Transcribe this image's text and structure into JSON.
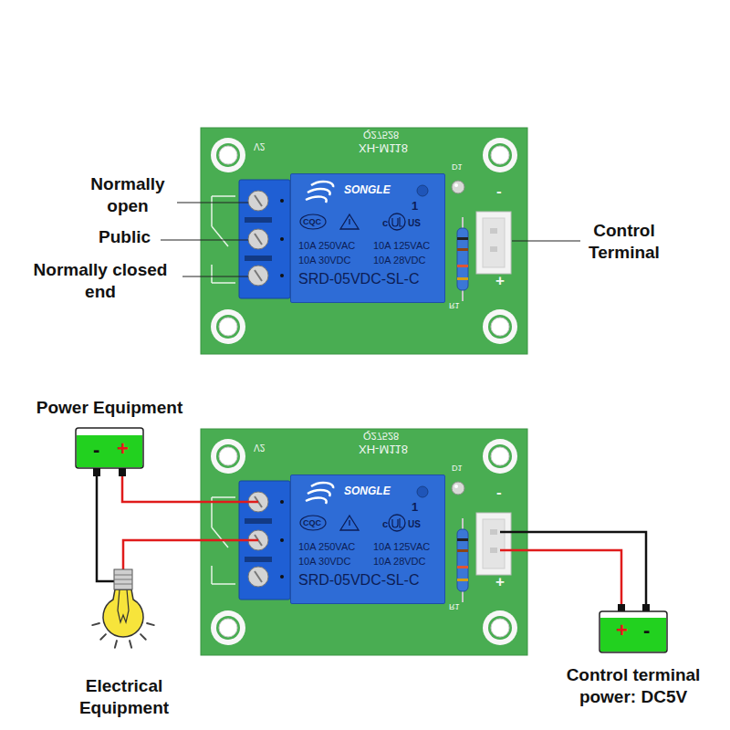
{
  "diagram": {
    "nodes": [
      {
        "text": [
          "Q27528",
          "V2",
          "XH-M118",
          "D1",
          "-",
          "+",
          "R1"
        ]
      },
      {
        "text": [
          "SONGLE",
          "1",
          "CQC",
          "c",
          "US",
          "10A 250VAC",
          "10A 125VAC",
          "10A 30VDC",
          "10A 28VDC",
          "SRD-05VDC-SL-C"
        ],
        "in": 0
      },
      {
        "text": [
          "Power Equipment",
          "-",
          "+"
        ]
      },
      {
        "text": [
          "Q27528",
          "V2",
          "XH-M118",
          "D1",
          "-",
          "+",
          "R1"
        ]
      },
      {
        "text": [
          "SONGLE",
          "1",
          "CQC",
          "c",
          "US",
          "10A 250VAC",
          "10A 125VAC",
          "10A 30VDC",
          "10A 28VDC",
          "SRD-05VDC-SL-C"
        ],
        "in": 3
      },
      {
        "text": [
          "Electrical Equipment"
        ]
      },
      {
        "text": [
          "+",
          "-",
          "Control terminal power: DC5V"
        ]
      }
    ],
    "edges": [
      {
        "from": 2,
        "to": 3,
        "arrow": "none"
      },
      {
        "from": 2,
        "to": 5,
        "arrow": "none"
      },
      {
        "from": 5,
        "to": 3,
        "arrow": "none"
      },
      {
        "from": 6,
        "to": 3,
        "arrow": "none"
      },
      {
        "from": 6,
        "to": 3,
        "arrow": "none"
      }
    ],
    "labels": [
      "Normally open",
      "Public",
      "Normally closed end",
      "Control Terminal"
    ]
  }
}
